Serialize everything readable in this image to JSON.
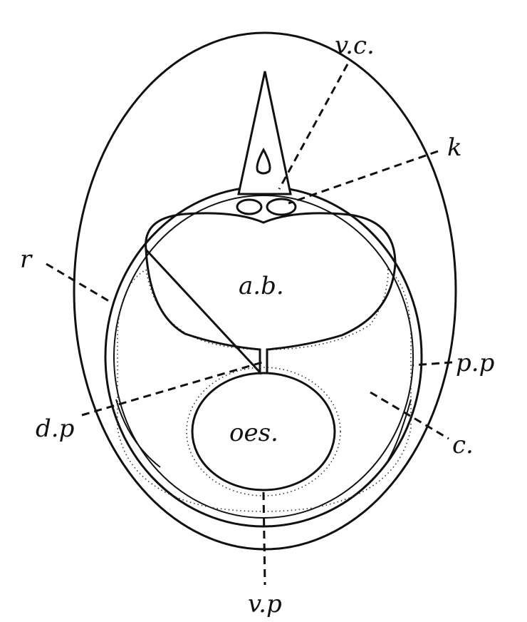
{
  "labels": {
    "vc": "v.c.",
    "k": "k",
    "r": "r",
    "ab": "a.b.",
    "pp": "p.p",
    "dp": "d.p",
    "oes": "oes.",
    "c": "c.",
    "vp": "v.p"
  }
}
